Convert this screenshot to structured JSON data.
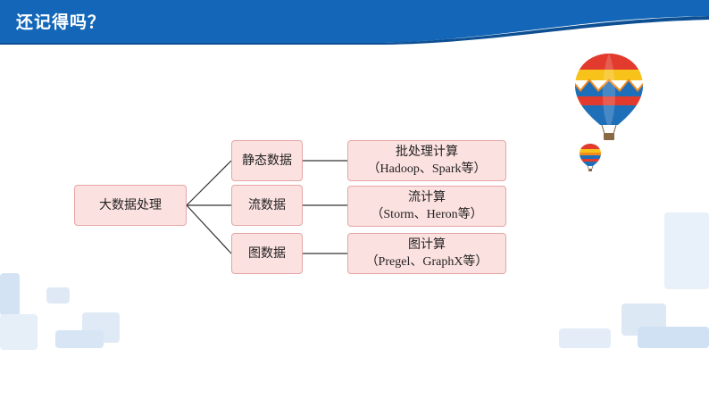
{
  "header": {
    "title": "还记得吗？"
  },
  "diagram": {
    "root": {
      "label": "大数据处理"
    },
    "branches": [
      {
        "type": "静态数据",
        "method": "批处理计算",
        "examples": "（Hadoop、Spark等）"
      },
      {
        "type": "流数据",
        "method": "流计算",
        "examples": "（Storm、Heron等）"
      },
      {
        "type": "图数据",
        "method": "图计算",
        "examples": "（Pregel、GraphX等）"
      }
    ]
  },
  "colors": {
    "header_bg": "#1467b8",
    "node_fill": "#fbe1df",
    "node_border": "#e6a6a6",
    "connector": "#333333",
    "deco_squares": "#dce8f5"
  },
  "decorations": {
    "icons": [
      "hot-air-balloon-large",
      "hot-air-balloon-small"
    ]
  }
}
